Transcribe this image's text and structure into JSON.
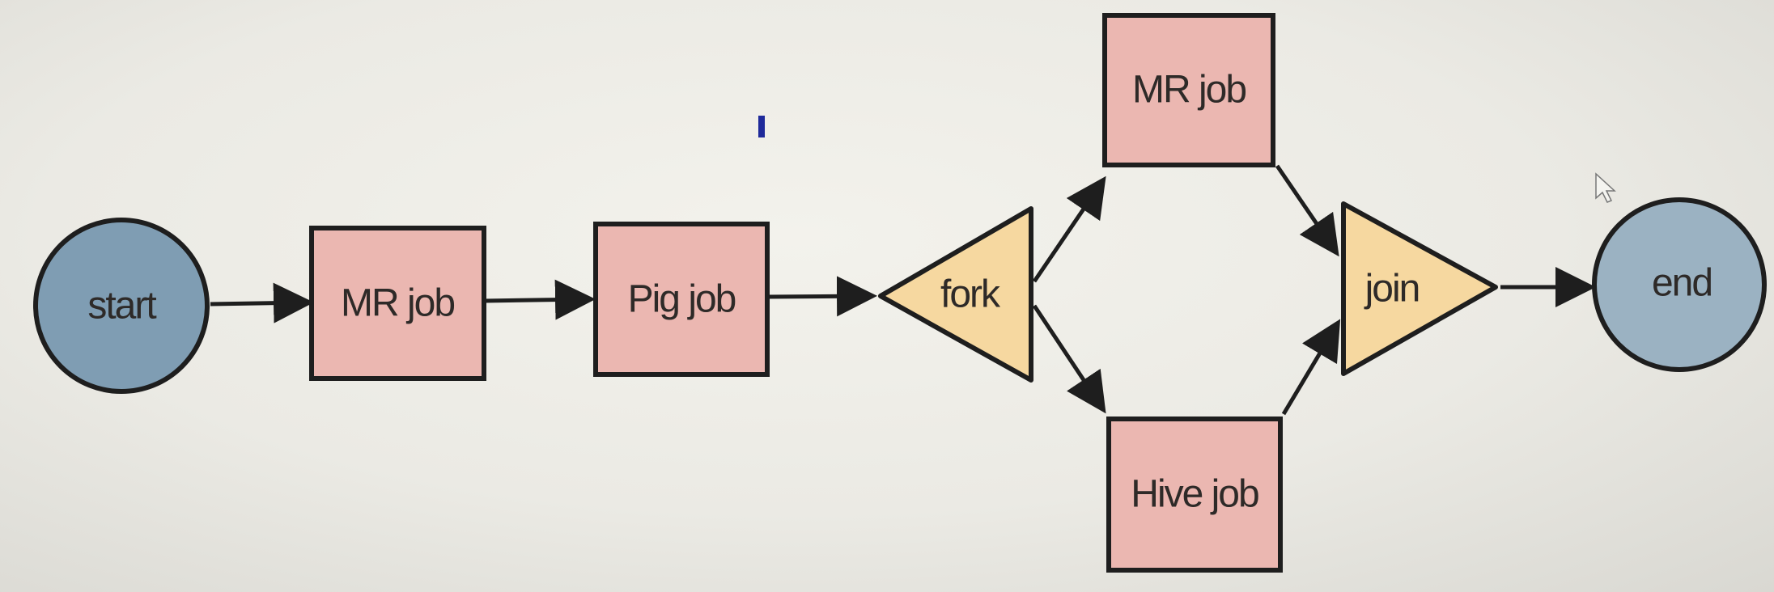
{
  "diagram": {
    "nodes": {
      "start": {
        "label": "start"
      },
      "mr_job_1": {
        "label": "MR job"
      },
      "pig_job": {
        "label": "Pig job"
      },
      "fork": {
        "label": "fork"
      },
      "mr_job_2": {
        "label": "MR job"
      },
      "hive_job": {
        "label": "Hive job"
      },
      "join": {
        "label": "join"
      },
      "end": {
        "label": "end"
      }
    },
    "edges": [
      {
        "from": "start",
        "to": "mr_job_1"
      },
      {
        "from": "mr_job_1",
        "to": "pig_job"
      },
      {
        "from": "pig_job",
        "to": "fork"
      },
      {
        "from": "fork",
        "to": "mr_job_2"
      },
      {
        "from": "fork",
        "to": "hive_job"
      },
      {
        "from": "mr_job_2",
        "to": "join"
      },
      {
        "from": "hive_job",
        "to": "join"
      },
      {
        "from": "join",
        "to": "end"
      }
    ],
    "colors": {
      "terminal_fill": "#7f9db3",
      "job_fill": "#ebb7b1",
      "control_fill": "#f6d8a0",
      "stroke": "#1e1e1e"
    }
  }
}
